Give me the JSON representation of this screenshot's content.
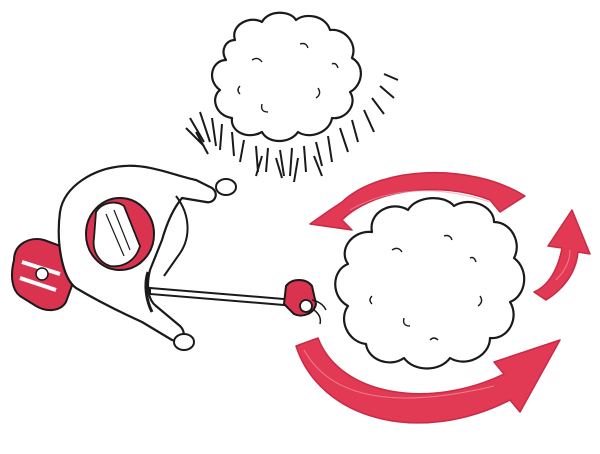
{
  "illustration": {
    "subjects": [
      "operator-with-trimmer",
      "upper-bush",
      "lower-bush"
    ],
    "motion_hint": "trim-around-bush",
    "colors": {
      "ink": "#1a1a1a",
      "arrow_red": "#e23a55",
      "accent_red": "#d9334f",
      "background": "#ffffff"
    }
  }
}
